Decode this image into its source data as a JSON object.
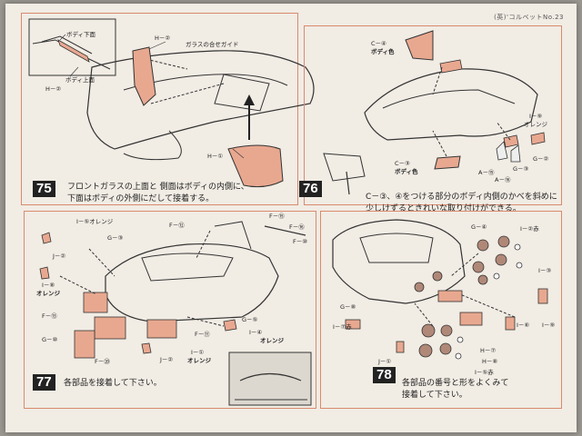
{
  "page": {
    "number": "(英)'コルベットNo.23"
  },
  "steps": {
    "s75": {
      "num": "75",
      "note": "フロントガラスの上面と 側面はボディの内側に、\n下面はボディの外側にだして接着する。",
      "labels": {
        "body_lower": "ボディ下面",
        "body_upper": "ボディ上面",
        "h2_left": "H－②",
        "h2_top": "H－②",
        "glass_guide": "ガラスの合せガイド",
        "h1": "H－①"
      }
    },
    "s76": {
      "num": "76",
      "note": "C－③、④をつける部分のボディ内側のかべを斜めに\n少しけずるときれいな取り付けができる。",
      "labels": {
        "c4": "C－④",
        "c4_color": "ボディ色",
        "c3": "C－③",
        "c3_color": "ボディ色",
        "i9": "I－⑨",
        "i9_color": "オレンジ",
        "g2": "G－②",
        "g3": "G－③",
        "a15": "A－⑮",
        "a16": "A－⑯"
      }
    },
    "s77": {
      "num": "77",
      "note": "各部品を接着して下さい。",
      "labels": {
        "i5": "I－⑤オレンジ",
        "g3": "G－③",
        "j2a": "J－②",
        "i8": "I－⑧",
        "i8_color": "オレンジ",
        "f13": "F－⑬",
        "g10": "G－⑩",
        "f20": "F－⑳",
        "j2b": "J－②",
        "i1": "I－①",
        "i1_color": "オレンジ",
        "f11": "F－⑪",
        "g5": "G－⑤",
        "i4": "I－④",
        "i4_color": "オレンジ",
        "f12": "F－⑫",
        "f15": "F－⑮",
        "f16": "F－⑯",
        "f10": "F－⑩"
      }
    },
    "s78": {
      "num": "78",
      "note": "各部品の番号と形をよくみて\n接着して下さい。",
      "labels": {
        "g4": "G－④",
        "i2": "I－②赤",
        "i3": "I－③",
        "g8": "G－⑧",
        "i7": "I－⑦赤",
        "h7": "H－⑦",
        "j1": "J－①",
        "h8": "H－⑧",
        "i5": "I－⑤赤",
        "i6": "I－⑥",
        "i9": "I－⑨"
      }
    }
  },
  "colors": {
    "frame": "#d98a6e",
    "part_orange": "#e8a890",
    "line": "#333333"
  }
}
